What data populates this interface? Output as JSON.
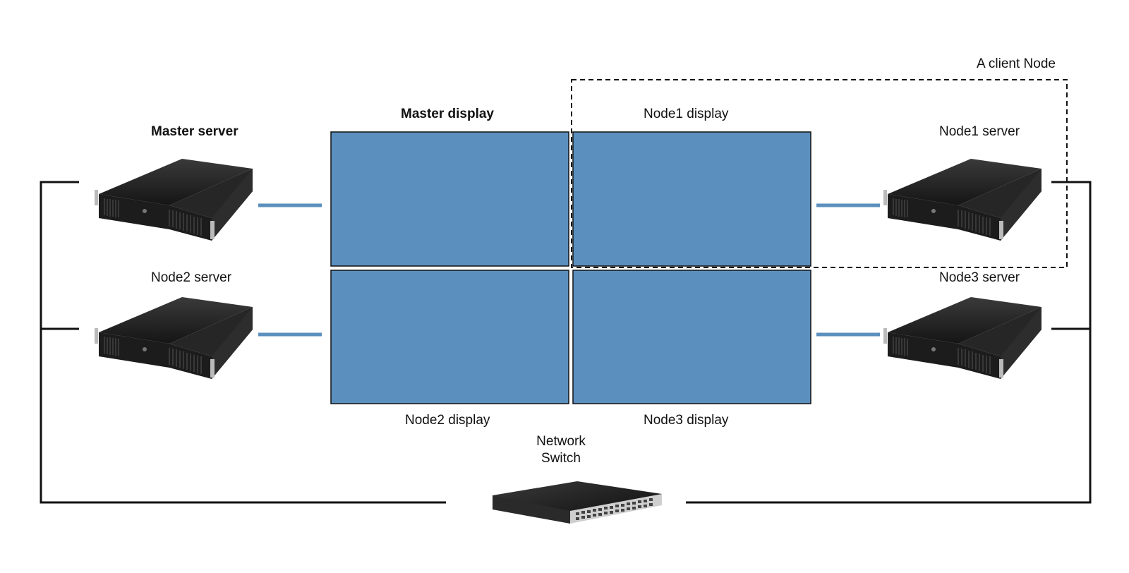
{
  "labels": {
    "master_server": "Master server",
    "master_display": "Master display",
    "node1_display": "Node1 display",
    "node1_server": "Node1 server",
    "node2_server": "Node2 server",
    "node3_server": "Node3 server",
    "node2_display": "Node2 display",
    "node3_display": "Node3 display",
    "client_node": "A client Node",
    "network_switch_line1": "Network",
    "network_switch_line2": "Switch"
  },
  "colors": {
    "display_fill": "#5b8fbd",
    "display_link": "#5b8fbd",
    "network_line": "#111111",
    "server_body": "#1c1c1c"
  },
  "icons": [
    "rack-server-icon",
    "network-switch-icon"
  ]
}
